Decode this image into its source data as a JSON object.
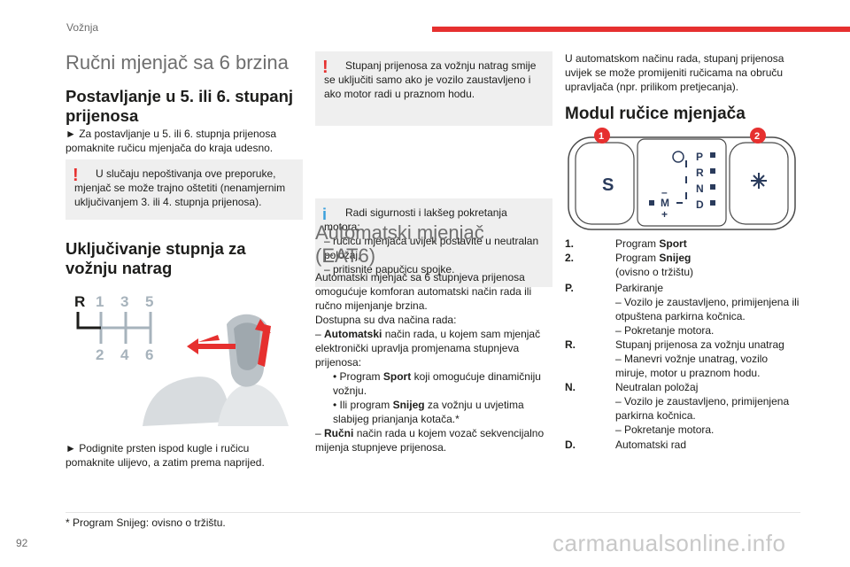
{
  "header": {
    "section": "Vožnja",
    "page_number": "92"
  },
  "col1": {
    "title": "Ručni mjenjač sa 6 brzina",
    "h_5_6": "Postavljanje u 5. ili 6. stupanj prijenosa",
    "p_5_6": "► Za postavljanje u 5. ili 6. stupnja prijenosa pomaknite ručicu mjenjača do kraja udesno.",
    "warn_5_6": "U slučaju nepoštivanja ove preporuke, mjenjač se može trajno oštetiti (nenamjernim uključivanjem 3. ili 4. stupnja prijenosa).",
    "h_reverse": "Uključivanje stupnja za vožnju natrag",
    "diagram": {
      "r": "R",
      "g1": "1",
      "g2": "2",
      "g3": "3",
      "g4": "4",
      "g5": "5",
      "g6": "6"
    },
    "p_reverse": "► Podignite prsten ispod kugle i ručicu pomaknite ulijevo, a zatim prema naprijed."
  },
  "col2": {
    "warn_reverse": "Stupanj prijenosa za vožnju natrag smije se uključiti samo ako je vozilo zaustavljeno i ako motor radi u praznom hodu.",
    "info_title": "Radi sigurnosti i lakšeg pokretanja motora:",
    "info_1": "– ručicu mjenjača uvijek postavite u neutralan položaj,",
    "info_2": "– pritisnite papučicu spojke.",
    "h_auto": "Automatski mjenjač (EAT6)",
    "p_auto_1": "Automatski mjenjač sa 6 stupnjeva prijenosa omogućuje komforan automatski način rada ili ručno mijenjanje brzina.",
    "p_auto_2": "Dostupna su dva načina rada:",
    "mode_auto_b": "Automatski",
    "mode_auto_t": " način rada, u kojem sam mjenjač elektronički upravlja promjenama stupnjeva prijenosa:",
    "bullet1_a": "• Program ",
    "bullet1_b": "Sport",
    "bullet1_c": " koji omogućuje dinamičniju vožnju.",
    "bullet2_a": "• Ili program ",
    "bullet2_b": "Snijeg",
    "bullet2_c": " za vožnju u uvjetima slabijeg prianjanja kotača.*",
    "mode_man_b": "Ručni",
    "mode_man_t": " način rada u kojem vozač sekvencijalno mijenja stupnjeve prijenosa.",
    "dash": "– "
  },
  "col3": {
    "p_intro": "U automatskom načinu rada, stupanj prijenosa uvijek se može promijeniti ručicama na obruču upravljača (npr. prilikom pretjecanja).",
    "h_module": "Modul ručice mjenjača",
    "panel": {
      "callout1": "1",
      "callout2": "2",
      "s": "S",
      "p": "P",
      "r": "R",
      "n": "N",
      "d": "D",
      "m": "M",
      "minus": "–",
      "plus": "+"
    },
    "legend": [
      {
        "key": "1.",
        "pre": "Program ",
        "bold": "Sport",
        "rest": ""
      },
      {
        "key": "2.",
        "pre": "Program ",
        "bold": "Snijeg",
        "rest": "(ovisno o tržištu)"
      },
      {
        "key": "P.",
        "pre": "Parkiranje",
        "bold": "",
        "rest": "– Vozilo je zaustavljeno, primijenjena ili otpuštena parkirna kočnica.\n– Pokretanje motora."
      },
      {
        "key": "R.",
        "pre": "Stupanj prijenosa za vožnju unatrag",
        "bold": "",
        "rest": "– Manevri vožnje unatrag, vozilo miruje, motor u praznom hodu."
      },
      {
        "key": "N.",
        "pre": "Neutralan položaj",
        "bold": "",
        "rest": "– Vozilo je zaustavljeno, primijenjena parkirna kočnica.\n– Pokretanje motora."
      },
      {
        "key": "D.",
        "pre": "Automatski rad",
        "bold": "",
        "rest": ""
      }
    ]
  },
  "footnote": "* Program Snijeg: ovisno o tržištu.",
  "watermark": "carmanualsonline.info",
  "colors": {
    "accent": "#e6302f",
    "info": "#3aa0dc",
    "box": "#efefef"
  }
}
